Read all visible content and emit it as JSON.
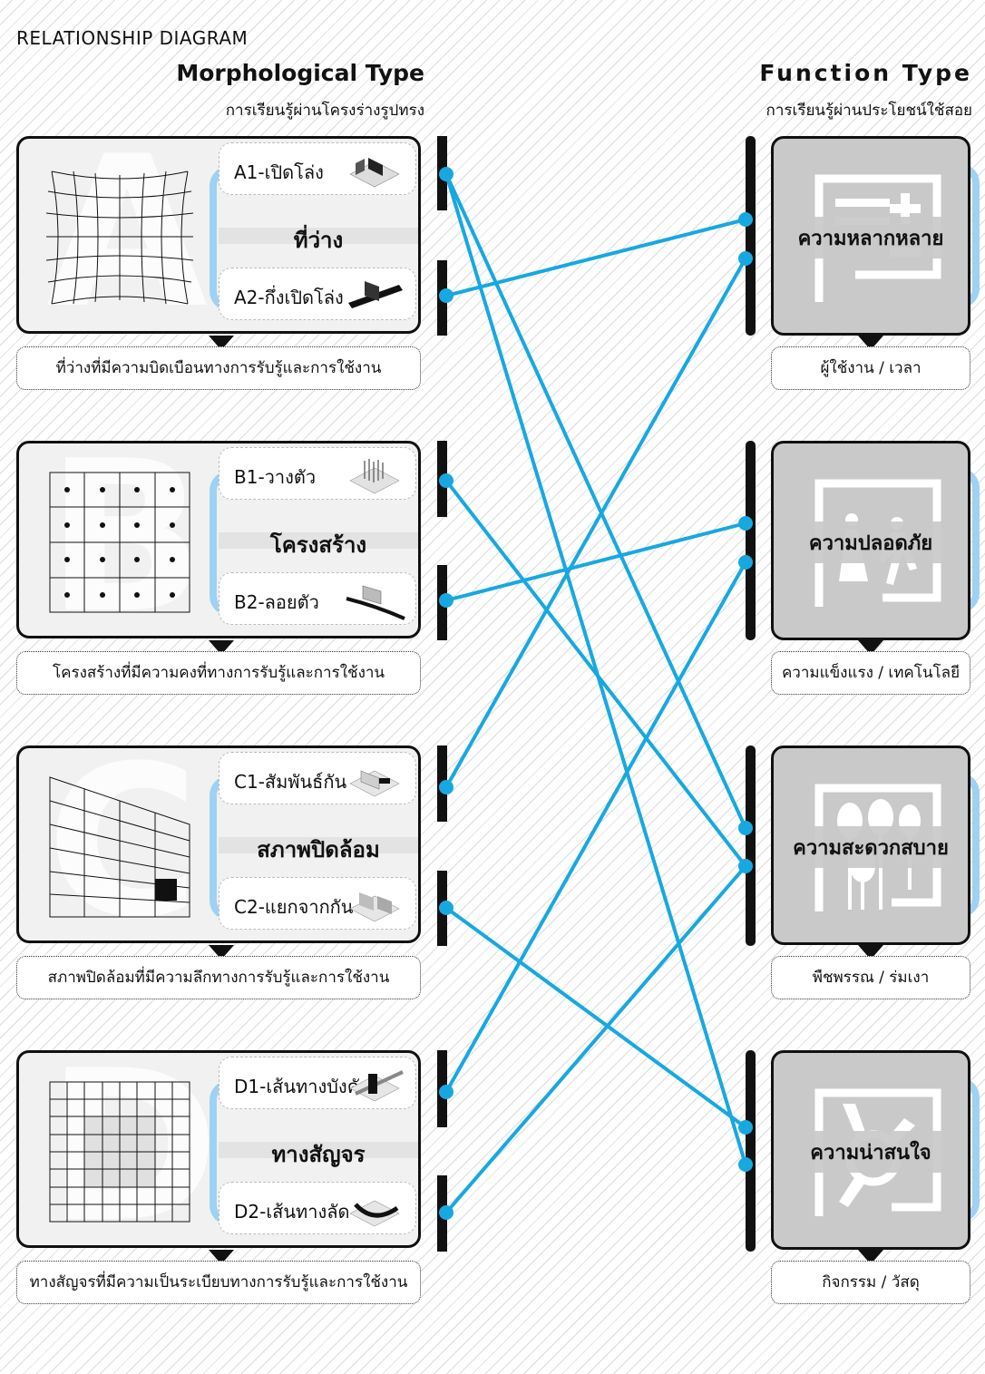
{
  "title": "RELATIONSHIP DIAGRAM",
  "left_heading": "Morphological Type",
  "left_subheading": "การเรียนรู้ผ่านโครงร่างรูปทรง",
  "right_heading": "Function Type",
  "right_subheading": "การเรียนรู้ผ่านประโยชน์ใช้สอย",
  "morph_groups": [
    {
      "letter": "A",
      "label": "ที่ว่าง",
      "sub_top": "A1-เปิดโล่ง",
      "sub_bottom": "A2-กึ่งเปิดโล่ง",
      "caption": "ที่ว่างที่มีความบิดเบือนทางการรับรู้และการใช้งาน"
    },
    {
      "letter": "B",
      "label": "โครงสร้าง",
      "sub_top": "B1-วางตัว",
      "sub_bottom": "B2-ลอยตัว",
      "caption": "โครงสร้างที่มีความคงที่ทางการรับรู้และการใช้งาน"
    },
    {
      "letter": "C",
      "label": "สภาพปิดล้อม",
      "sub_top": "C1-สัมพันธ์กัน",
      "sub_bottom": "C2-แยกจากกัน",
      "caption": "สภาพปิดล้อมที่มีความลึกทางการรับรู้และการใช้งาน"
    },
    {
      "letter": "D",
      "label": "ทางสัญจร",
      "sub_top": "D1-เส้นทางบังคับ",
      "sub_bottom": "D2-เส้นทางลัด",
      "caption": "ทางสัญจรที่มีความเป็นระเบียบทางการรับรู้และการใช้งาน"
    }
  ],
  "function_groups": [
    {
      "label": "ความหลากหลาย",
      "caption": "ผู้ใช้งาน  /  เวลา"
    },
    {
      "label": "ความปลอดภัย",
      "caption": "ความแข็งแรง  /  เทคโนโลยี"
    },
    {
      "label": "ความสะดวกสบาย",
      "caption": "พืชพรรณ  /  ร่มเงา"
    },
    {
      "label": "ความน่าสนใจ",
      "caption": "กิจกรรม  /  วัสดุ"
    }
  ],
  "connections": [
    {
      "from": "A1",
      "to": "ความสะดวกสบาย"
    },
    {
      "from": "A2",
      "to": "ความหลากหลาย"
    },
    {
      "from": "B1",
      "to": "ความสะดวกสบาย"
    },
    {
      "from": "B2",
      "to": "ความปลอดภัย"
    },
    {
      "from": "C1",
      "to": "ความหลากหลาย"
    },
    {
      "from": "C2",
      "to": "ความน่าสนใจ"
    },
    {
      "from": "D1",
      "to": "ความปลอดภัย"
    },
    {
      "from": "D2",
      "to": "ความสะดวกสบาย"
    },
    {
      "from": "A1",
      "to": "ความน่าสนใจ"
    }
  ],
  "colors": {
    "connector": "#17a8e0",
    "bracket": "#9fd2f2",
    "dark": "#111111"
  }
}
